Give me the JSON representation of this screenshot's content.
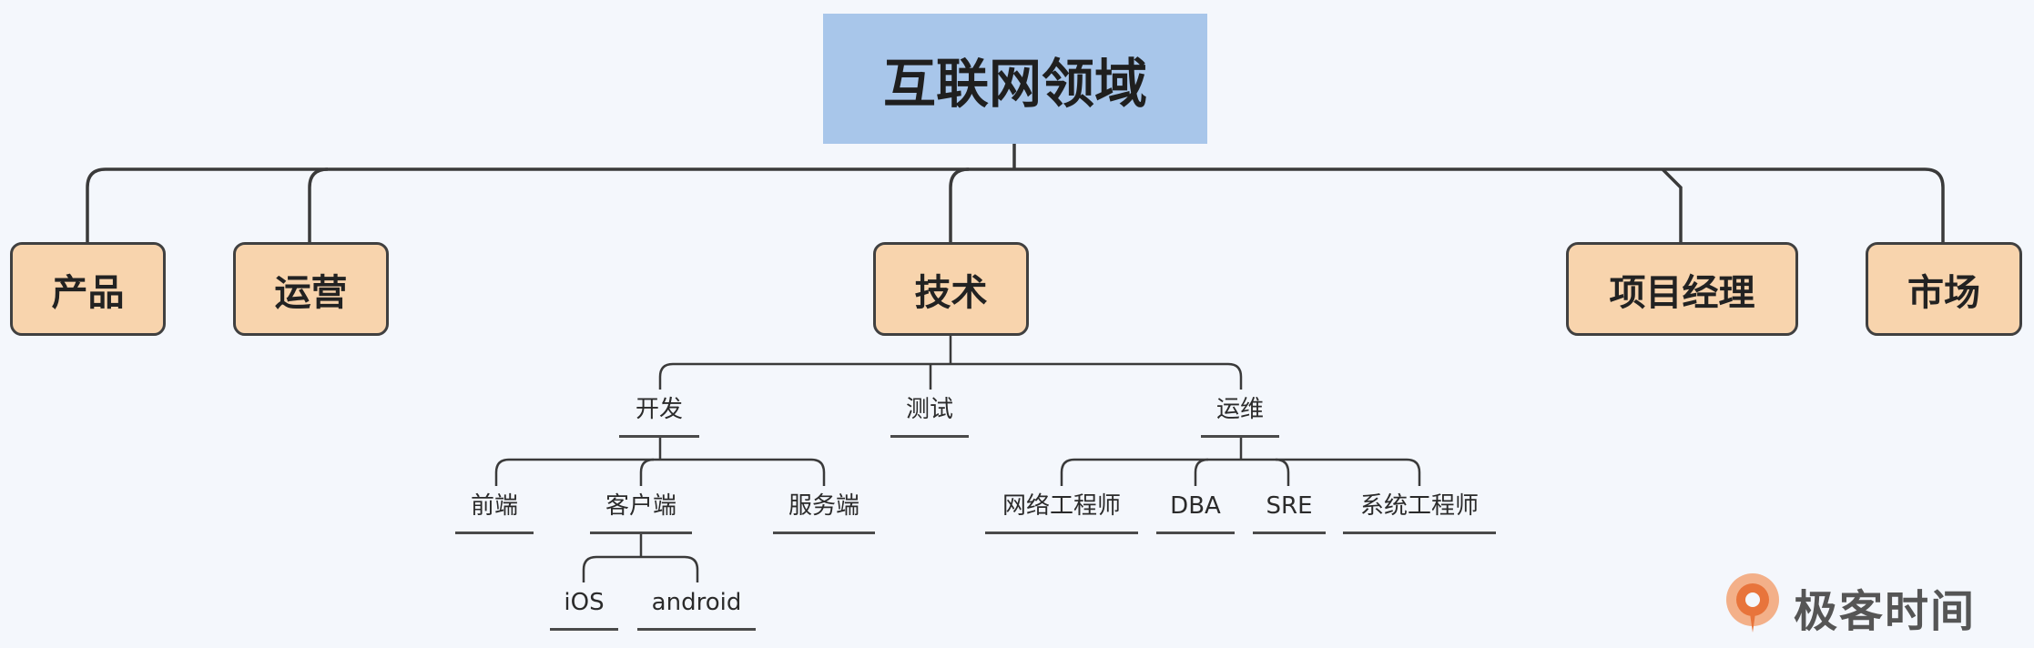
{
  "root": "互联网领域",
  "branches": {
    "product": "产品",
    "operations": "运营",
    "tech": "技术",
    "project_manager": "项目经理",
    "market": "市场"
  },
  "tech": {
    "dev": "开发",
    "test": "测试",
    "ops": "运维"
  },
  "dev": {
    "frontend": "前端",
    "client": "客户端",
    "server": "服务端"
  },
  "client": {
    "ios": "iOS",
    "android": "android"
  },
  "ops": {
    "network_engineer": "网络工程师",
    "dba": "DBA",
    "sre": "SRE",
    "system_engineer": "系统工程师"
  },
  "brand": {
    "name": "极客时间",
    "accent": "#e8743b"
  },
  "colors": {
    "root_fill": "#a8c6ea",
    "box_fill": "#f8d4ad",
    "line": "#3a3a3a",
    "background": "#f4f7fc"
  }
}
